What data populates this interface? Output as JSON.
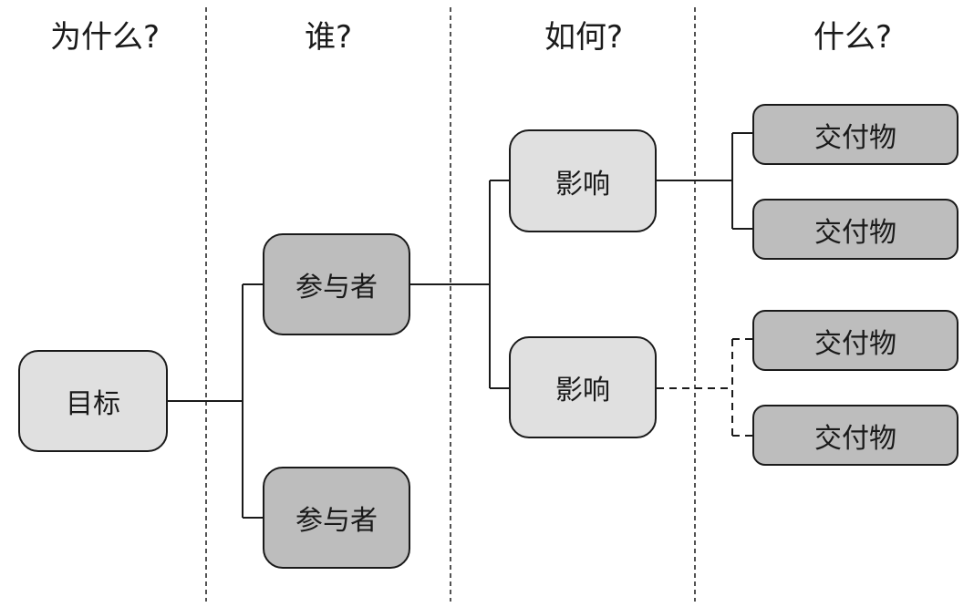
{
  "headers": {
    "why": "为什么?",
    "who": "谁?",
    "how": "如何?",
    "what": "什么?"
  },
  "nodes": {
    "goal": "目标",
    "actor_1": "参与者",
    "actor_2": "参与者",
    "impact_1": "影响",
    "impact_2": "影响",
    "deliverable_1": "交付物",
    "deliverable_2": "交付物",
    "deliverable_3": "交付物",
    "deliverable_4": "交付物"
  },
  "colors": {
    "light_node": "#e0e0e0",
    "dark_node": "#bdbdbd",
    "stroke": "#1a1a1a"
  }
}
